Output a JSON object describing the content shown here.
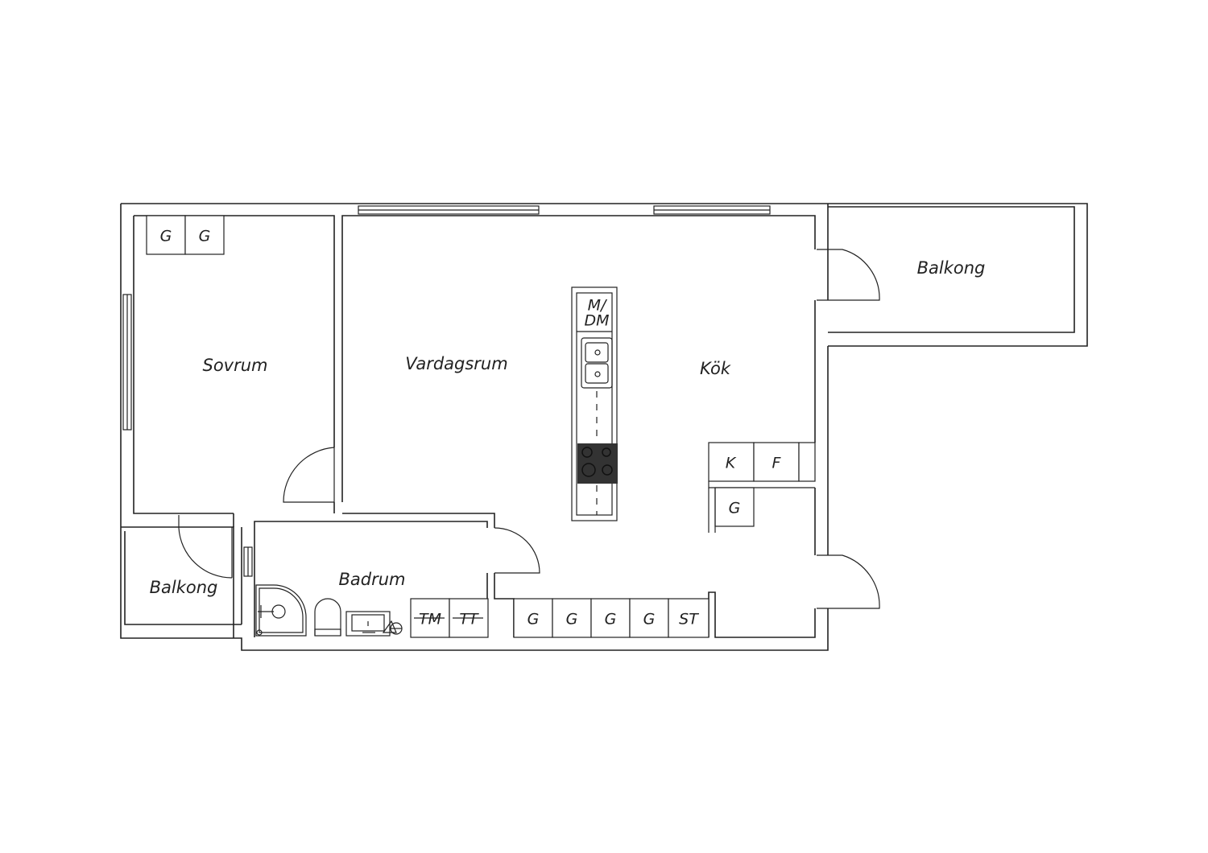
{
  "rooms": {
    "sovrum": "Sovrum",
    "vardagsrum": "Vardagsrum",
    "kok": "Kök",
    "balkong_east": "Balkong",
    "balkong_west": "Balkong",
    "badrum": "Badrum"
  },
  "fixtures": {
    "wardrobe_g": "G",
    "island_top": "M/",
    "island_bottom": "DM",
    "fridge_k": "K",
    "freezer_f": "F",
    "washer_tm": "TM",
    "dryer_tt": "TT",
    "stove_st": "ST"
  }
}
